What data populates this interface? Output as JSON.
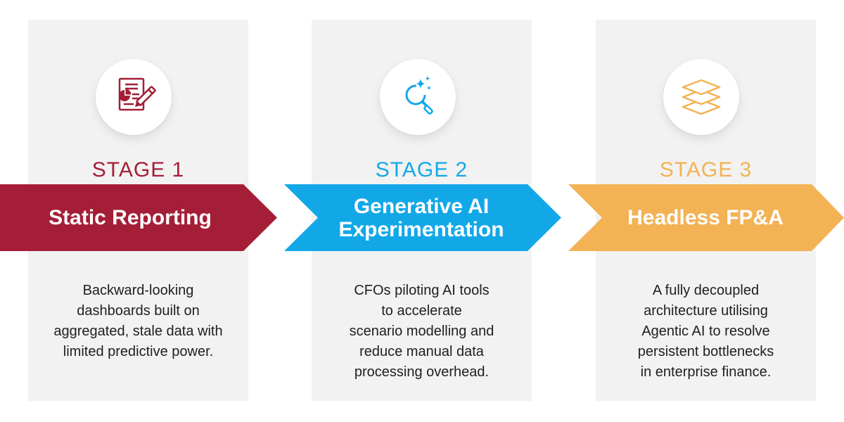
{
  "colors": {
    "stage1": "#a51e37",
    "stage2": "#12a8e8",
    "stage3": "#f3b254",
    "panel": "#f2f2f2",
    "text": "#1f1f1f"
  },
  "stages": [
    {
      "icon": "report-edit-icon",
      "label": "STAGE 1",
      "title": "Static Reporting",
      "description_lines": [
        "Backward-looking",
        "dashboards built on",
        "aggregated, stale data with",
        "limited predictive power."
      ]
    },
    {
      "icon": "ai-search-icon",
      "label": "STAGE 2",
      "title_lines": [
        "Generative AI",
        "Experimentation"
      ],
      "description_lines": [
        "CFOs piloting AI tools",
        "to accelerate",
        "scenario modelling and",
        "reduce manual data",
        "processing overhead."
      ]
    },
    {
      "icon": "layers-icon",
      "label": "STAGE 3",
      "title": "Headless FP&A",
      "description_lines": [
        "A fully decoupled",
        "architecture utilising",
        "Agentic AI to resolve",
        "persistent bottlenecks",
        "in enterprise finance."
      ]
    }
  ]
}
